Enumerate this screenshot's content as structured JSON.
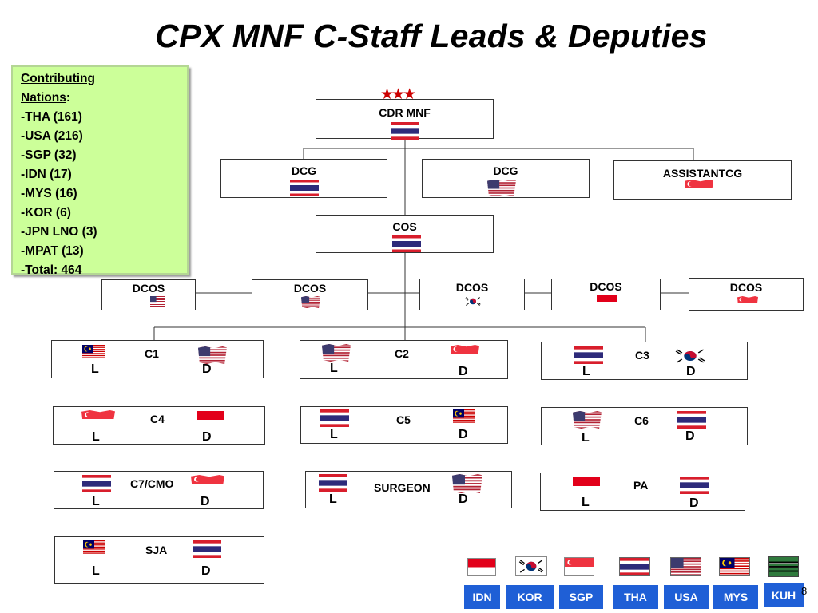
{
  "title": "CPX  MNF C-Staff Leads & Deputies",
  "contributing": {
    "heading_line1": "Contributing",
    "heading_line2": "Nations",
    "heading_colon": ":",
    "items": [
      "THA (161)",
      "USA (216)",
      "SGP (32)",
      "IDN (17)",
      "MYS (16)",
      "KOR (6)",
      "JPN LNO (3)",
      "MPAT (13)",
      "Total: 464"
    ]
  },
  "command": {
    "cdr": "CDR MNF",
    "rank_stars": "★★★",
    "dcg1": "DCG",
    "dcg2": "DCG",
    "assistantcg": "ASSISTANTCG",
    "cos": "COS",
    "dcos": [
      "DCOS",
      "DCOS",
      "DCOS",
      "DCOS",
      "DCOS"
    ]
  },
  "staff": {
    "c1": "C1",
    "c2": "C2",
    "c3": "C3",
    "c4": "C4",
    "c5": "C5",
    "c6": "C6",
    "c7": "C7/CMO",
    "surgeon": "SURGEON",
    "pa": "PA",
    "sja": "SJA",
    "lead": "L",
    "deputy": "D"
  },
  "key": {
    "labels": [
      "IDN",
      "KOR",
      "SGP",
      "THA",
      "USA",
      "MYS",
      "KUH"
    ]
  },
  "page_number": "8",
  "colors": {
    "key_blue": "#1f5fd6",
    "nations_bg": "#ccff99",
    "thai_red": "#d81e2c",
    "thai_blue": "#2d2a7a",
    "star_red": "#cc0000"
  }
}
